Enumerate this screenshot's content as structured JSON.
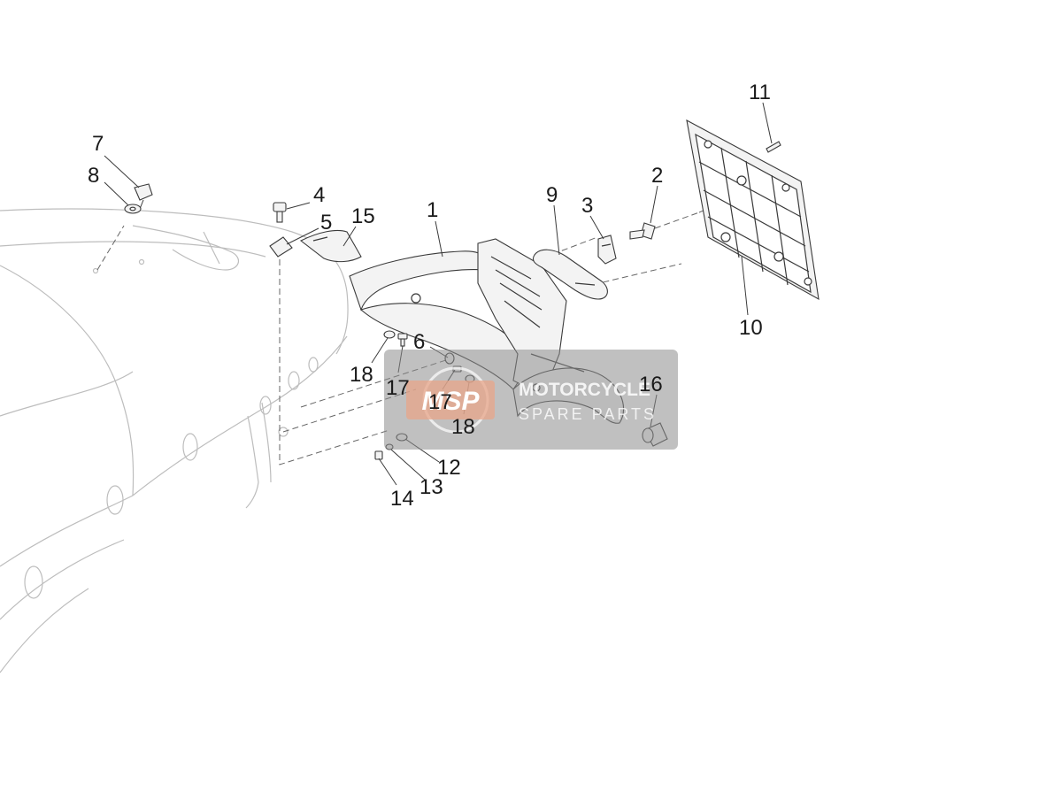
{
  "diagram": {
    "callouts": [
      "1",
      "2",
      "3",
      "4",
      "5",
      "6",
      "7",
      "8",
      "9",
      "10",
      "11",
      "12",
      "13",
      "14",
      "15",
      "16",
      "17",
      "17",
      "18",
      "18"
    ]
  },
  "watermark": {
    "logo_text": "MSP",
    "line1": "MOTORCYCLE",
    "line2": "SPARE PARTS"
  }
}
